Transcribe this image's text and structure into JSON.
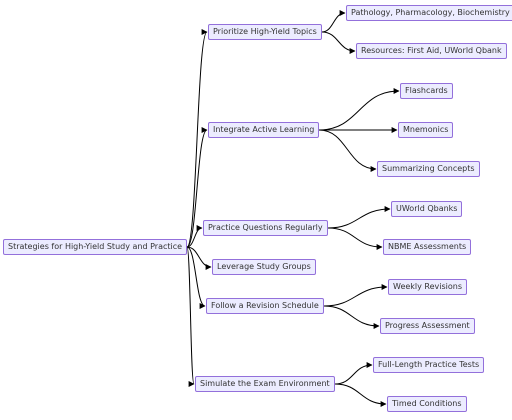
{
  "diagram": {
    "colors": {
      "node_fill": "#ececff",
      "node_border": "#9370db",
      "edge": "#000000",
      "text": "#333333"
    },
    "root": "Strategies for High-Yield Study and Practice",
    "topics": [
      {
        "label": "Prioritize High-Yield Topics",
        "children": [
          "Pathology, Pharmacology, Biochemistry",
          "Resources: First Aid, UWorld Qbank"
        ]
      },
      {
        "label": "Integrate Active Learning",
        "children": [
          "Flashcards",
          "Mnemonics",
          "Summarizing Concepts"
        ]
      },
      {
        "label": "Practice Questions Regularly",
        "children": [
          "UWorld Qbanks",
          "NBME Assessments"
        ]
      },
      {
        "label": "Leverage Study Groups",
        "children": []
      },
      {
        "label": "Follow a Revision Schedule",
        "children": [
          "Weekly Revisions",
          "Progress Assessment"
        ]
      },
      {
        "label": "Simulate the Exam Environment",
        "children": [
          "Full-Length Practice Tests",
          "Timed Conditions"
        ]
      }
    ]
  }
}
